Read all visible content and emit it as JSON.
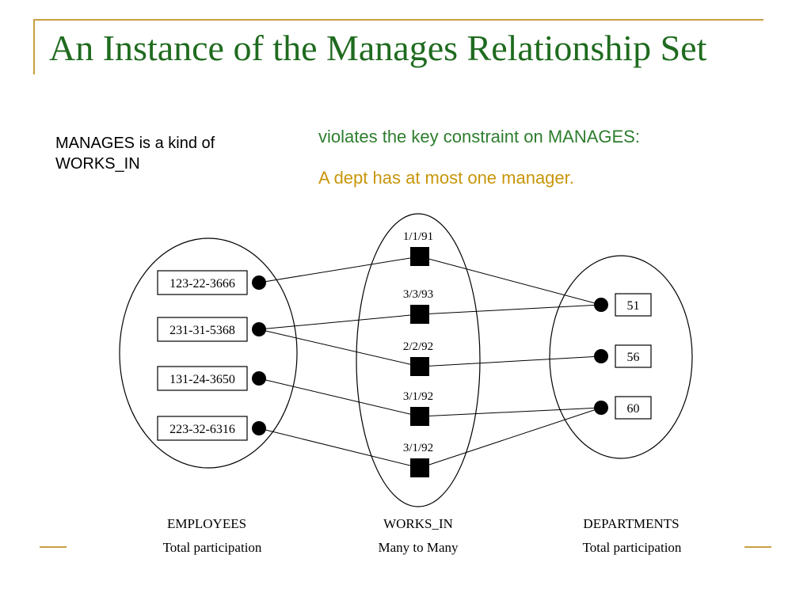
{
  "slide": {
    "title": "An Instance of the Manages Relationship Set",
    "note_line1": "MANAGES is a kind of",
    "note_line2": "WORKS_IN",
    "violates_text": "violates the key constraint on MANAGES:",
    "constraint_text": "A dept has at most one manager."
  },
  "colors": {
    "title": "#1f6b1f",
    "violates": "#2e7d2e",
    "constraint": "#c8960a",
    "accent": "#c8a040"
  },
  "diagram": {
    "employees": [
      "123-22-3666",
      "231-31-5368",
      "131-24-3650",
      "223-32-6316"
    ],
    "departments": [
      "51",
      "56",
      "60"
    ],
    "relationships": [
      {
        "date": "1/1/91",
        "employee": 0,
        "department": 0
      },
      {
        "date": "3/3/93",
        "employee": 1,
        "department": 0
      },
      {
        "date": "2/2/92",
        "employee": 1,
        "department": 1
      },
      {
        "date": "3/1/92",
        "employee": 2,
        "department": 2
      },
      {
        "date": "3/1/92",
        "employee": 3,
        "department": 2
      }
    ],
    "captions": {
      "employees_name": "EMPLOYEES",
      "employees_sub": "Total participation",
      "works_in_name": "WORKS_IN",
      "works_in_sub": "Many to Many",
      "departments_name": "DEPARTMENTS",
      "departments_sub": "Total participation"
    }
  }
}
